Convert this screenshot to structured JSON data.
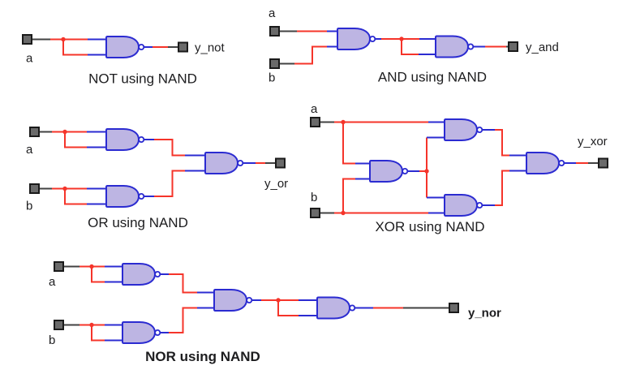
{
  "colors": {
    "gate_fill": "#bdb5e3",
    "gate_outline": "#2b2bd1",
    "wire_red": "#f5342a",
    "wire_blue": "#2b2bd1",
    "wire_dark": "#424242",
    "pin_fill": "#6a6a6a",
    "pin_border": "#1a1a1a",
    "bubble_fill": "#ffffff",
    "text_color": "#1d1d1f",
    "bg": "#ffffff"
  },
  "circuits": [
    {
      "id": "not",
      "caption": "NOT using NAND",
      "gate_type": "NAND",
      "gate_count": 1,
      "inputs": [
        "a"
      ],
      "output_label": "y_not"
    },
    {
      "id": "and",
      "caption": "AND using NAND",
      "gate_type": "NAND",
      "gate_count": 2,
      "inputs": [
        "a",
        "b"
      ],
      "output_label": "y_and"
    },
    {
      "id": "or",
      "caption": "OR using NAND",
      "gate_type": "NAND",
      "gate_count": 3,
      "inputs": [
        "a",
        "b"
      ],
      "output_label": "y_or"
    },
    {
      "id": "xor",
      "caption": "XOR using NAND",
      "gate_type": "NAND",
      "gate_count": 4,
      "inputs": [
        "a",
        "b"
      ],
      "output_label": "y_xor"
    },
    {
      "id": "nor",
      "caption": "NOR using NAND",
      "gate_type": "NAND",
      "gate_count": 4,
      "inputs": [
        "a",
        "b"
      ],
      "output_label": "y_nor"
    }
  ]
}
